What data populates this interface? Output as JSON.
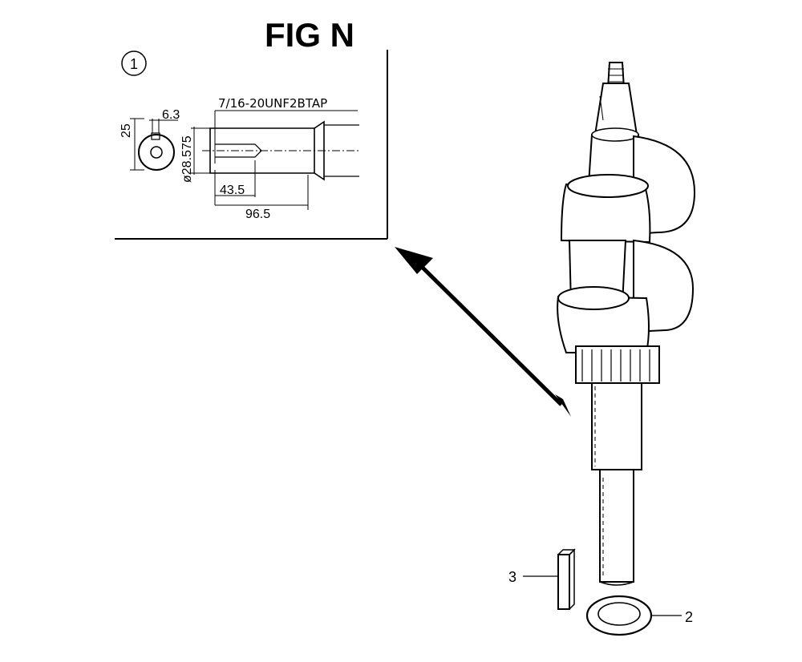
{
  "figure": {
    "title": "FIG N",
    "detail": {
      "callout": "1",
      "tap_note": "7/16-20UNF2BTAP",
      "dim_width": "6.3",
      "dim_height": "25",
      "dim_diameter": "ø28.575",
      "dim_inner_length": "43.5",
      "dim_total_length": "96.5"
    },
    "parts": [
      {
        "ref": "3",
        "name": "key"
      },
      {
        "ref": "2",
        "name": "washer"
      }
    ]
  }
}
